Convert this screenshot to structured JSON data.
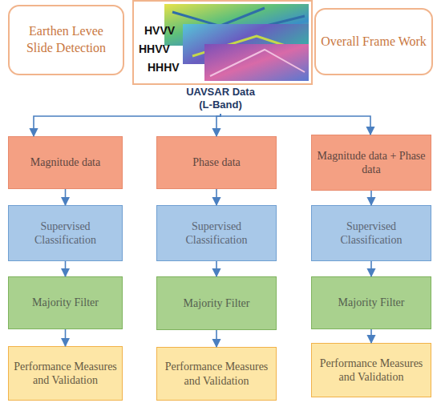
{
  "diagram": {
    "nodes": [
      {
        "text": [
          "Earthen Levee Slide Detection"
        ]
      },
      {
        "text": [
          "Overall Frame Work"
        ]
      },
      {
        "text": [
          "UAVSAR Data (L-Band)"
        ]
      },
      {
        "text": [
          "Magnitude data"
        ]
      },
      {
        "text": [
          "Phase data"
        ]
      },
      {
        "text": [
          "Magnitude data + Phase data"
        ]
      },
      {
        "text": [
          "Supervised Classification"
        ]
      },
      {
        "text": [
          "Supervised Classification"
        ]
      },
      {
        "text": [
          "Supervised Classification"
        ]
      },
      {
        "text": [
          "Majority Filter"
        ]
      },
      {
        "text": [
          "Majority Filter"
        ]
      },
      {
        "text": [
          "Majority Filter"
        ]
      },
      {
        "text": [
          "Performance Measures and Validation"
        ]
      },
      {
        "text": [
          "Performance Measures and Validation"
        ]
      },
      {
        "text": [
          "Performance Measures and Validation"
        ]
      }
    ],
    "edges": [
      {
        "from": 2,
        "to": 3,
        "arrow": "to"
      },
      {
        "from": 2,
        "to": 4,
        "arrow": "to"
      },
      {
        "from": 2,
        "to": 5,
        "arrow": "to"
      },
      {
        "from": 3,
        "to": 6,
        "arrow": "to"
      },
      {
        "from": 4,
        "to": 7,
        "arrow": "to"
      },
      {
        "from": 5,
        "to": 8,
        "arrow": "to"
      },
      {
        "from": 6,
        "to": 9,
        "arrow": "to"
      },
      {
        "from": 7,
        "to": 10,
        "arrow": "to"
      },
      {
        "from": 8,
        "to": 11,
        "arrow": "to"
      },
      {
        "from": 9,
        "to": 12,
        "arrow": "to"
      },
      {
        "from": 10,
        "to": 13,
        "arrow": "to"
      },
      {
        "from": 11,
        "to": 14,
        "arrow": "to"
      }
    ],
    "labels": [
      "HVVV",
      "HHVV",
      "HHHV"
    ]
  }
}
